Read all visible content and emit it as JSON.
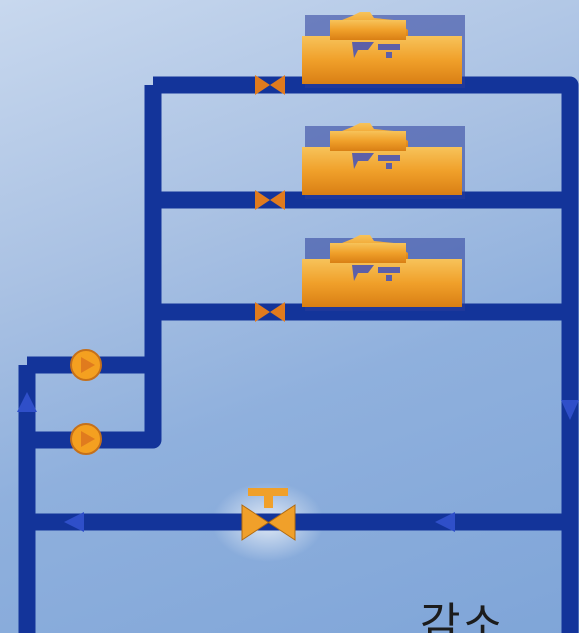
{
  "caption": "감소",
  "colors": {
    "pipe": "#13349a",
    "valve": "#e07b1e",
    "pump": "#f4a020",
    "chiller": "#f2a22a",
    "arrow": "#2f4fc9",
    "background": "#9cb7e0"
  },
  "components": {
    "chillers": [
      "chiller-1",
      "chiller-2",
      "chiller-3"
    ],
    "pumps": [
      "pump-1",
      "pump-2"
    ],
    "bypass_valve": "bypass-control-valve"
  }
}
